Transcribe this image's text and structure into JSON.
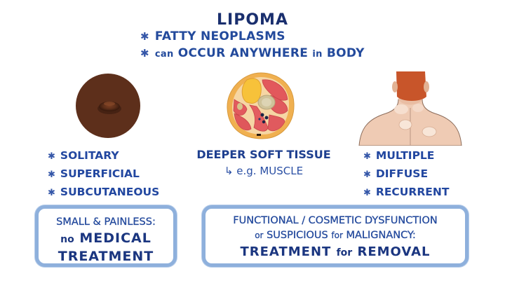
{
  "header": {
    "title": "LIPOMA",
    "bullets": [
      {
        "icon": "asterisk-icon",
        "text": "FATTY NEOPLASMS"
      },
      {
        "icon": "asterisk-icon",
        "prefix": "can",
        "text": "OCCUR ANYWHERE",
        "connector": "in",
        "suffix": "BODY"
      }
    ]
  },
  "columns": {
    "left": {
      "illustration": "skin-lump-illustration",
      "items": [
        "SOLITARY",
        "SUPERFICIAL",
        "SUBCUTANEOUS"
      ]
    },
    "middle": {
      "illustration": "thigh-cross-section-illustration",
      "heading": "DEEPER SOFT TISSUE",
      "example_arrow": "↳",
      "example": "e.g. MUSCLE"
    },
    "right": {
      "illustration": "back-with-multiple-lipomas-illustration",
      "items": [
        "MULTIPLE",
        "DIFFUSE",
        "RECURRENT"
      ]
    }
  },
  "boxes": {
    "left": {
      "line1": "SMALL & PAINLESS:",
      "line2_prefix": "no",
      "line2_main": "MEDICAL",
      "line3": "TREATMENT"
    },
    "right": {
      "line1": "FUNCTIONAL / COSMETIC DYSFUNCTION",
      "line2_prefix": "or",
      "line2_a": "SUSPICIOUS",
      "line2_connector": "for",
      "line2_b": "MALIGNANCY:",
      "line3_a": "TREATMENT",
      "line3_connector": "for",
      "line3_b": "REMOVAL"
    }
  },
  "colors": {
    "text_navy": "#1e3c8c",
    "box_border": "#8eb0dc",
    "skin_dark": "#5a2c18",
    "thigh_fat": "#f2b352",
    "thigh_muscle": "#e05a5e",
    "hair": "#c9582a",
    "skin_light": "#f1cfb9"
  }
}
